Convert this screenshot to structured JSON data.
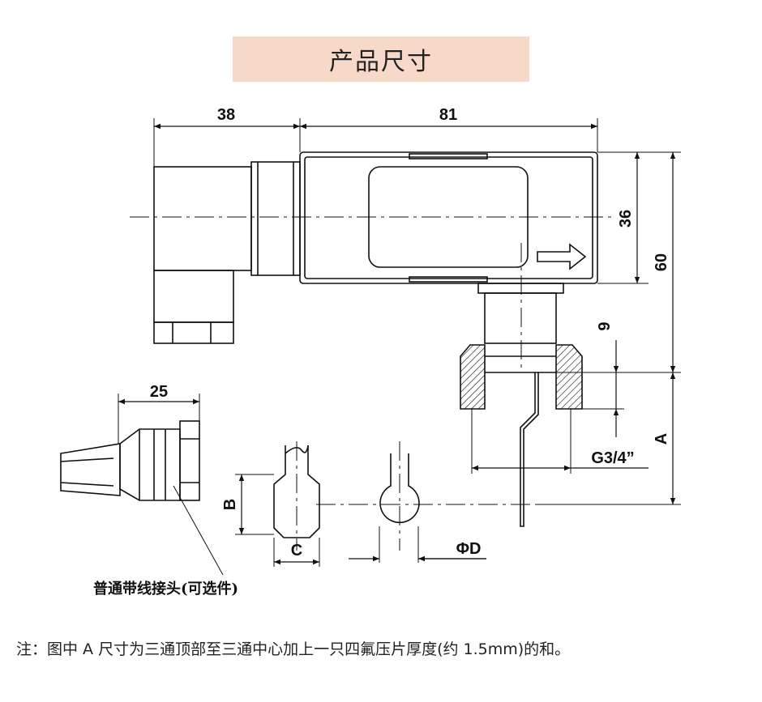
{
  "title": "产品尺寸",
  "dimensions": {
    "d38": "38",
    "d81": "81",
    "d36": "36",
    "d60": "60",
    "d9": "9",
    "d25": "25",
    "dA": "A",
    "dB": "B",
    "dC": "C",
    "dPhiD": "ΦD",
    "thread": "G3/4”"
  },
  "callout_label": "普通带线接头(可选件)",
  "note": "注：图中 A 尺寸为三通顶部至三通中心加上一只四氟压片厚度(约 1.5mm)的和。"
}
